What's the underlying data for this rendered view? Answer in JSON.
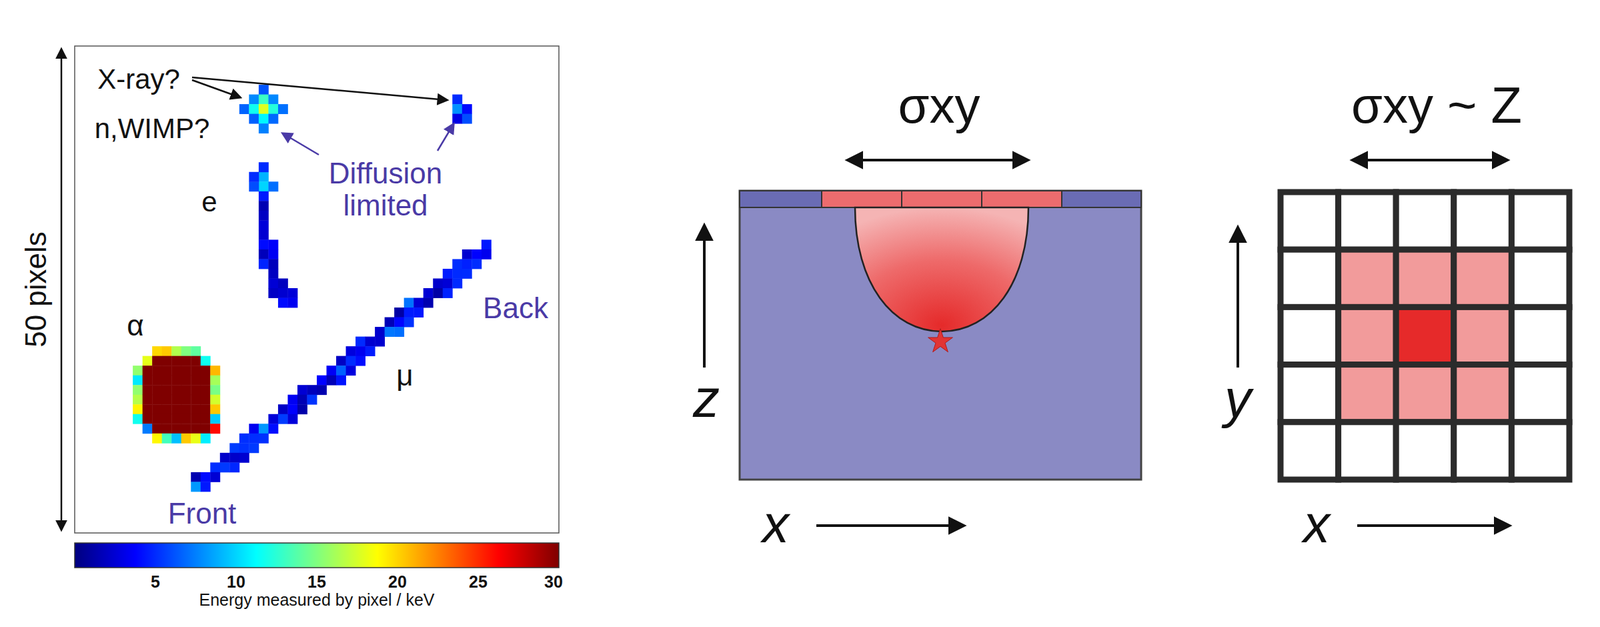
{
  "diagram": {
    "labels": [
      "50 pixels",
      "X-ray?",
      "n,WIMP?",
      "Diffusion limited",
      "e",
      "α",
      "μ",
      "Back",
      "Front",
      "5",
      "10",
      "15",
      "20",
      "25",
      "30",
      "Energy measured by pixel / keV",
      "σxy",
      "z",
      "x",
      "σxy ~ Z",
      "y",
      "x"
    ]
  }
}
